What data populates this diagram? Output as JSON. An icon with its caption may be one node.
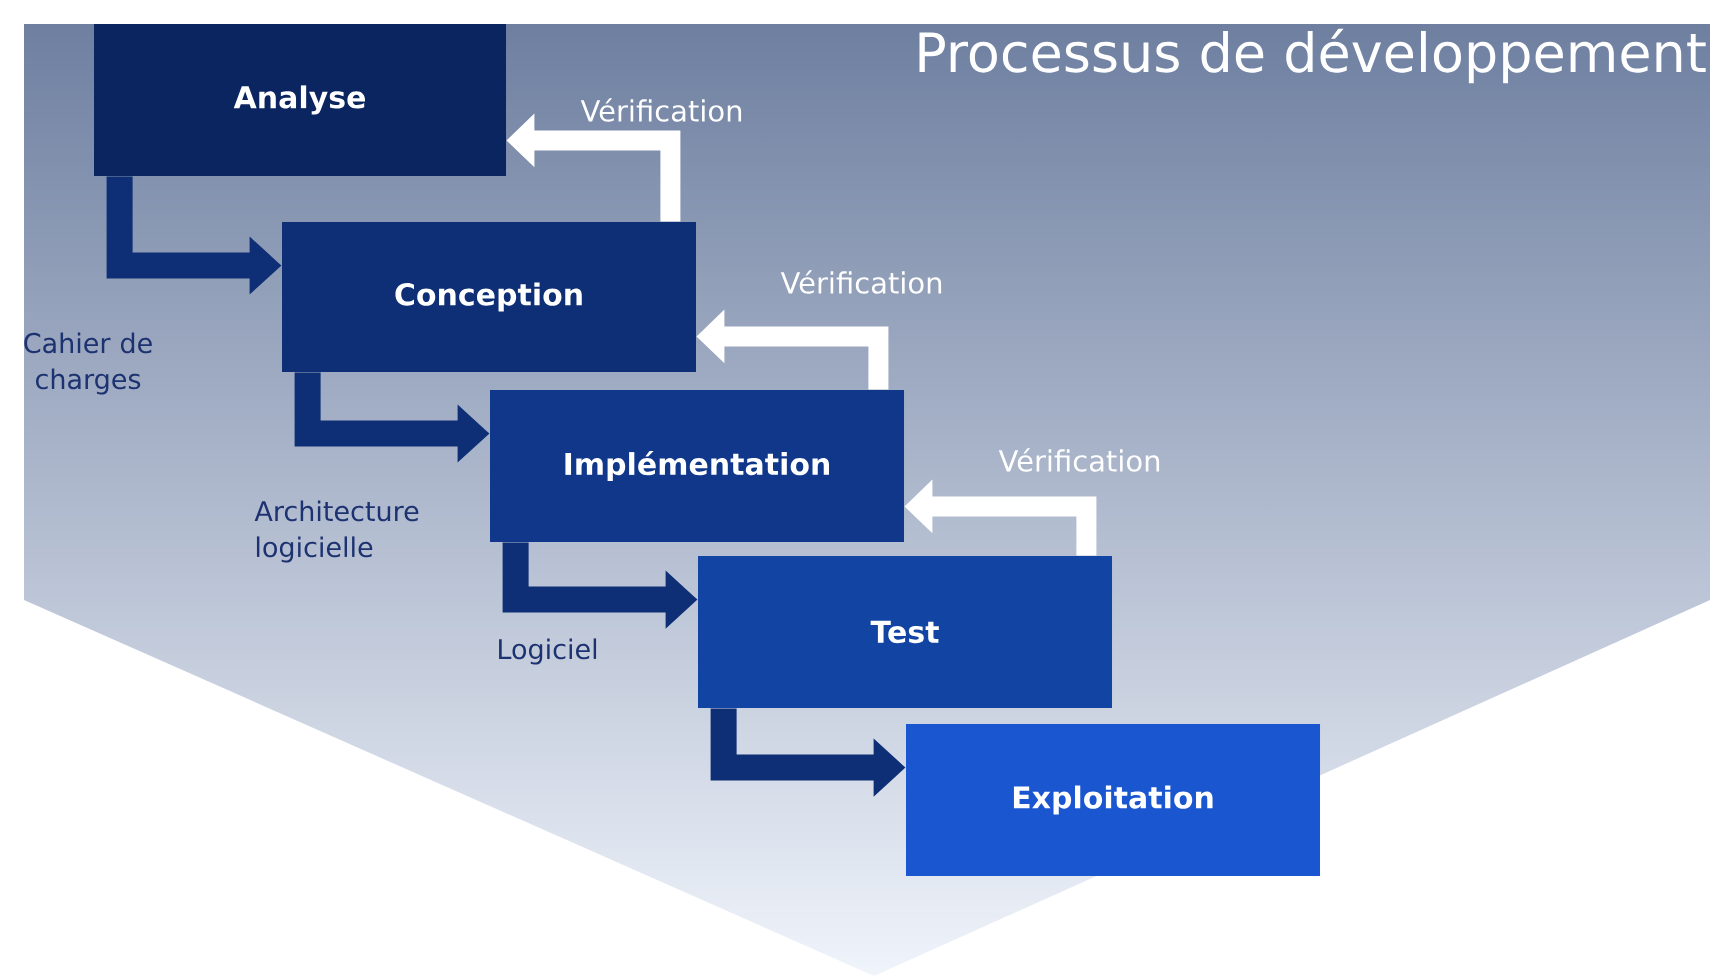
{
  "diagram": {
    "title": "Processus de développement",
    "nodes": [
      {
        "text": [
          "Analyse"
        ]
      },
      {
        "text": [
          "Conception"
        ]
      },
      {
        "text": [
          "Implémentation"
        ]
      },
      {
        "text": [
          "Test"
        ]
      },
      {
        "text": [
          "Exploitation"
        ]
      }
    ],
    "edges": [
      {
        "from": 0,
        "to": 1,
        "arrow": "to",
        "label": "Cahier de charges"
      },
      {
        "from": 1,
        "to": 2,
        "arrow": "to",
        "label": "Architecture logicielle"
      },
      {
        "from": 2,
        "to": 3,
        "arrow": "to",
        "label": "Logiciel"
      },
      {
        "from": 3,
        "to": 4,
        "arrow": "to"
      },
      {
        "from": 1,
        "to": 0,
        "arrow": "to",
        "label": "Vérification",
        "color": "#ffffff"
      },
      {
        "from": 2,
        "to": 1,
        "arrow": "to",
        "label": "Vérification",
        "color": "#ffffff"
      },
      {
        "from": 3,
        "to": 2,
        "arrow": "to",
        "label": "Vérification",
        "color": "#ffffff"
      }
    ]
  }
}
